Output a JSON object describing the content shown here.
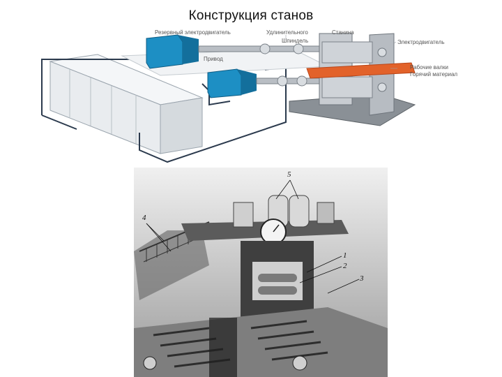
{
  "title": "Конструкция станов",
  "diagram": {
    "labels": {
      "motor_reserve": "Резервный электродвигатель",
      "spindle_coupling": "Удлинительного",
      "spindle": "Шпиндель",
      "stand_frame": "Станина",
      "electric_motor": "Электродвигатель",
      "gearbox": "Привод",
      "work_roll": "Рабочие валки",
      "rolled_material": "Горячий материал"
    },
    "colors": {
      "motor_blue": "#1d8fc4",
      "hot_material": "#e2622a",
      "cabinet": "#eceff2",
      "base": "#8a9096",
      "pipe": "#2b3a4d"
    }
  },
  "photo": {
    "callouts": [
      "5",
      "4",
      "1",
      "2",
      "3"
    ]
  }
}
